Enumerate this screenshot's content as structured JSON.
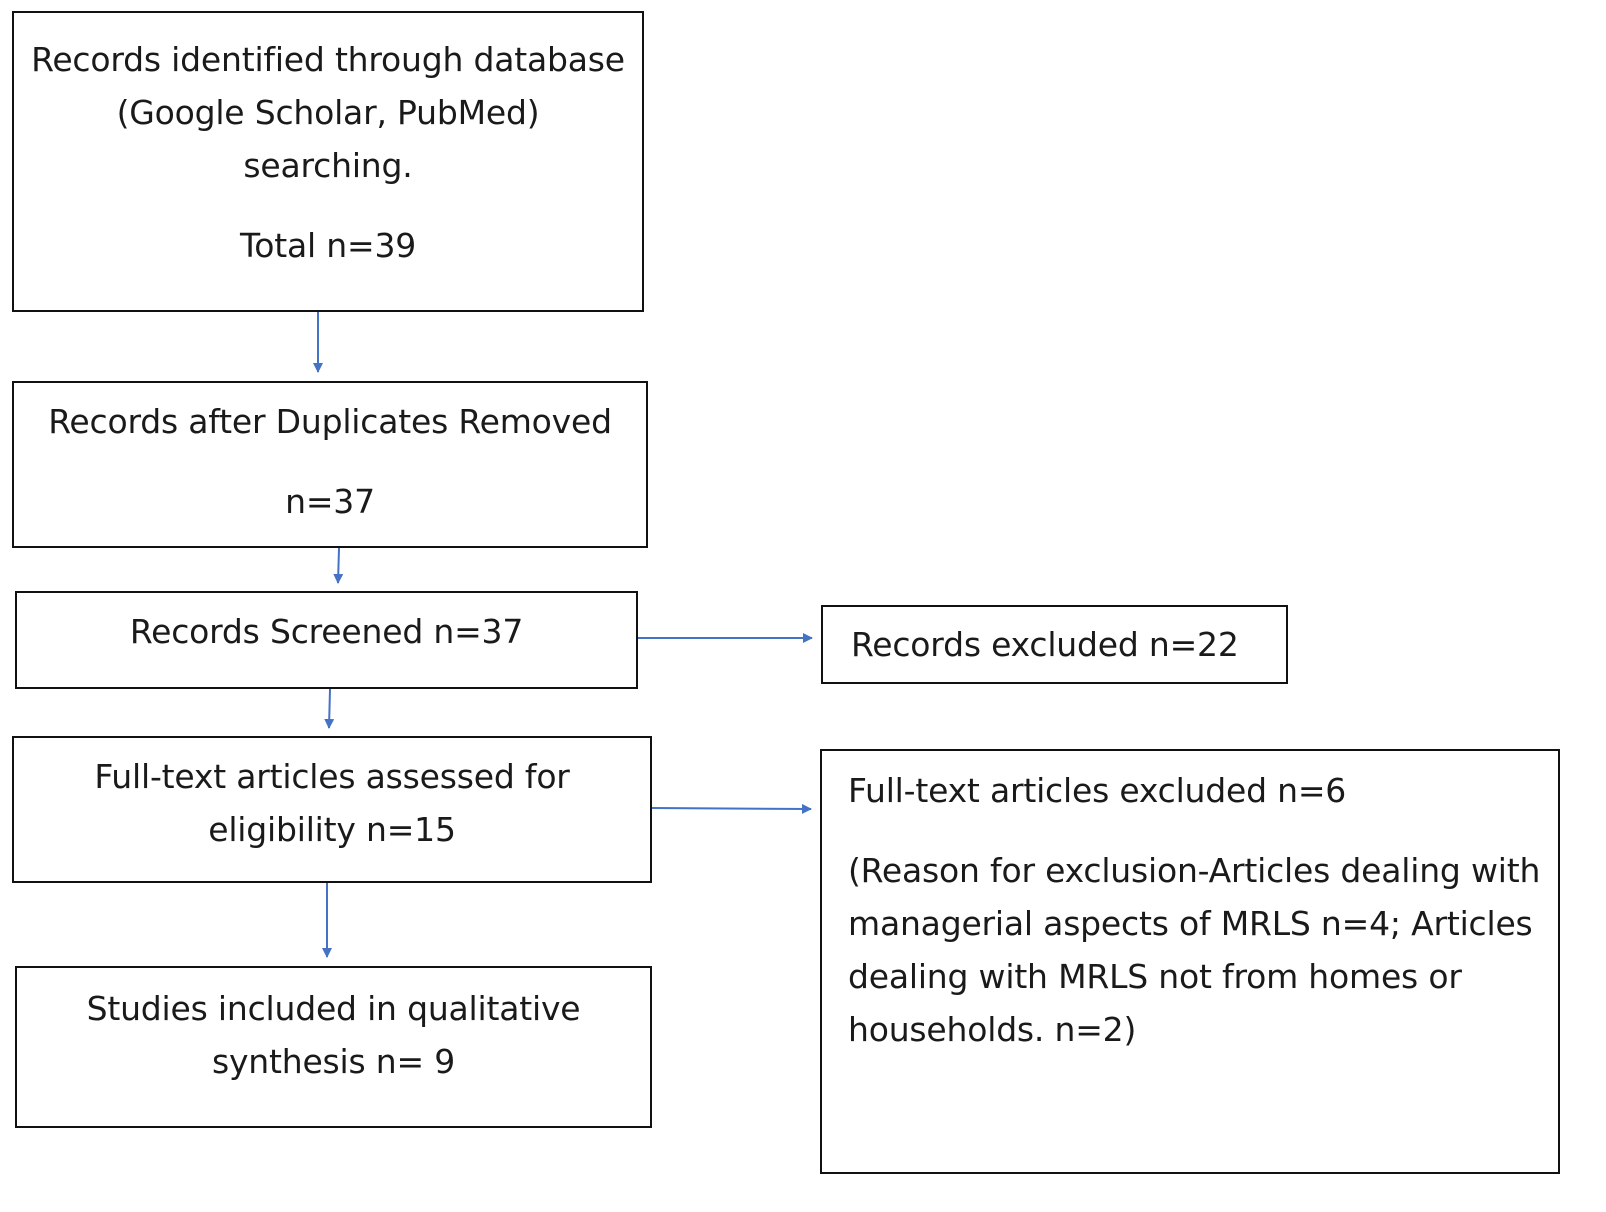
{
  "boxes": {
    "identified": {
      "line1": "Records identified through database",
      "line2": "(Google Scholar, PubMed)",
      "line3": "searching.",
      "total": "Total n=39"
    },
    "duplicates_removed": {
      "line1": "Records after Duplicates Removed",
      "count": "n=37"
    },
    "screened": {
      "text": "Records Screened n=37"
    },
    "excluded": {
      "text": "Records excluded n=22"
    },
    "full_text_assessed": {
      "line1": "Full-text articles assessed for",
      "line2": "eligibility n=15"
    },
    "full_text_excluded": {
      "title": "Full-text articles excluded n=6",
      "line1": "(Reason for exclusion-Articles dealing with",
      "line2": "managerial aspects of MRLS n=4; Articles",
      "line3": "dealing with MRLS not from homes or",
      "line4": "households. n=2)"
    },
    "included": {
      "line1": "Studies included in qualitative",
      "line2": "synthesis n= 9"
    }
  },
  "colors": {
    "arrow": "#4472c4",
    "box_border": "#111111",
    "text": "#1a1a1a"
  }
}
